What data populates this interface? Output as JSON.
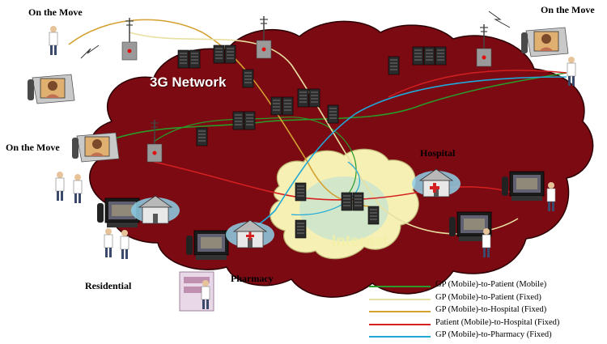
{
  "labels": {
    "network": "3G Network",
    "internet": "Internet",
    "on_the_move_top_left": "On the Move",
    "on_the_move_top_right": "On the Move",
    "on_the_move_left": "On the Move",
    "hospital": "Hospital",
    "residential": "Residential",
    "pharmacy": "Pharmacy"
  },
  "colors": {
    "network_cloud": "#7b0a12",
    "internet_cloud": "#f6f0b4",
    "legend_green": "#2a9a2a",
    "legend_yellow": "#e8e0a0",
    "legend_orange": "#d4a030",
    "legend_red": "#d42020",
    "legend_blue": "#20a8d8"
  },
  "legend": [
    {
      "label": "GP (Mobile)-to-Patient (Mobile)",
      "color": "#2a9a2a"
    },
    {
      "label": "GP (Mobile)-to-Patient (Fixed)",
      "color": "#e8e0a0"
    },
    {
      "label": "GP (Mobile)-to-Hospital (Fixed)",
      "color": "#d4a030"
    },
    {
      "label": "Patient (Mobile)-to-Hospital (Fixed)",
      "color": "#d42020"
    },
    {
      "label": "GP (Mobile)-to-Pharmacy (Fixed)",
      "color": "#20a8d8"
    }
  ]
}
